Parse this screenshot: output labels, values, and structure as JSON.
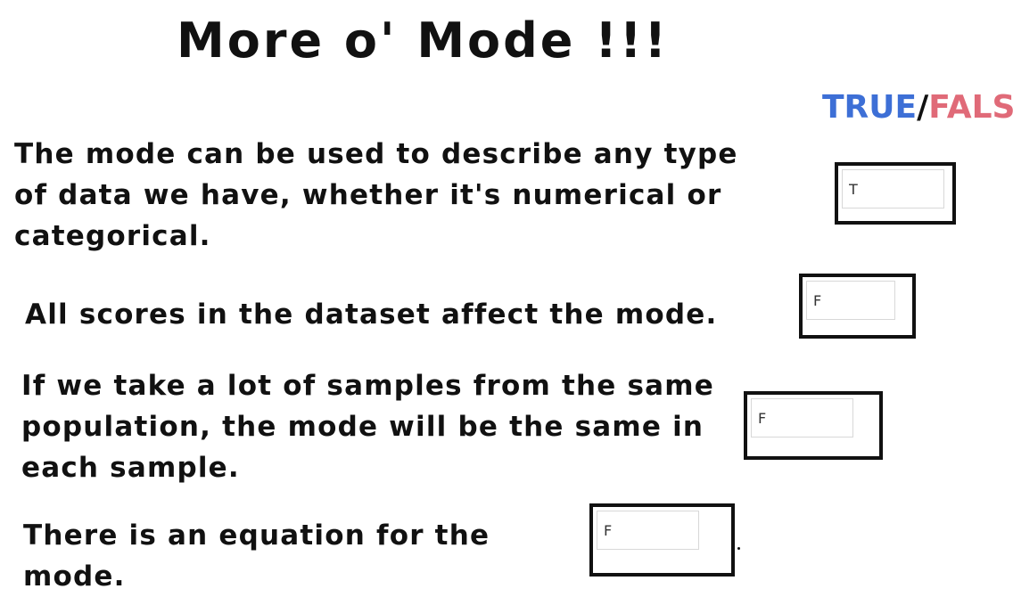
{
  "title": "More o' Mode !!!",
  "legend": {
    "true_label": "TRUE",
    "separator": "/",
    "false_label": "FALSE",
    "true_color": "#3d6fd6",
    "false_color": "#e06a78"
  },
  "questions": [
    {
      "text": "The mode can be used to describe any type of data we have, whether it's numerical or categorical.",
      "answer": "T"
    },
    {
      "text": "All scores in the dataset affect the mode.",
      "answer": "F"
    },
    {
      "text": "If we take a lot of samples from the same population, the mode will be the same in each sample.",
      "answer": "F"
    },
    {
      "text": "There is an equation for the mode.",
      "answer": "F"
    }
  ]
}
